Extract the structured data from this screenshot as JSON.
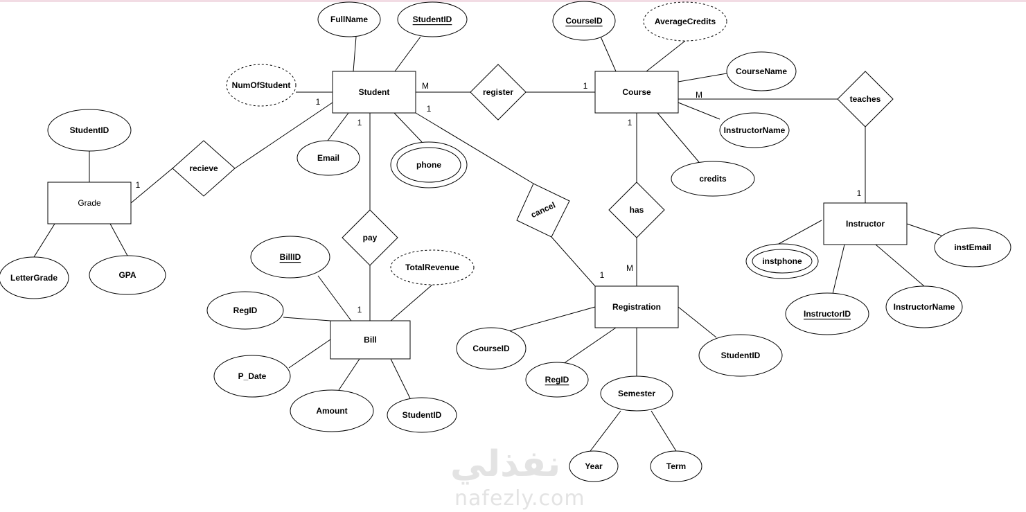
{
  "entities": [
    {
      "id": "student",
      "label": "Student"
    },
    {
      "id": "course",
      "label": "Course"
    },
    {
      "id": "grade",
      "label": "Grade"
    },
    {
      "id": "bill",
      "label": "Bill"
    },
    {
      "id": "registration",
      "label": "Registration"
    },
    {
      "id": "instructor",
      "label": "Instructor"
    }
  ],
  "relationships": [
    {
      "id": "register",
      "label": "register"
    },
    {
      "id": "teaches",
      "label": "teaches"
    },
    {
      "id": "recieve",
      "label": "recieve"
    },
    {
      "id": "pay",
      "label": "pay"
    },
    {
      "id": "has",
      "label": "has"
    },
    {
      "id": "cancel",
      "label": "cancel"
    }
  ],
  "attributes": [
    {
      "id": "fullname",
      "label": "FullName",
      "kind": "normal"
    },
    {
      "id": "studentid",
      "label": "StudentID",
      "kind": "key"
    },
    {
      "id": "numofstudent",
      "label": "NumOfStudent",
      "kind": "derived"
    },
    {
      "id": "email",
      "label": "Email",
      "kind": "normal"
    },
    {
      "id": "phone",
      "label": "phone",
      "kind": "multivalued"
    },
    {
      "id": "courseid",
      "label": "CourseID",
      "kind": "key"
    },
    {
      "id": "averagecredits",
      "label": "AverageCredits",
      "kind": "derived"
    },
    {
      "id": "coursename",
      "label": "CourseName",
      "kind": "normal"
    },
    {
      "id": "course-instructorname",
      "label": "InstructorName",
      "kind": "normal"
    },
    {
      "id": "credits",
      "label": "credits",
      "kind": "normal"
    },
    {
      "id": "grade-studentid",
      "label": "StudentID",
      "kind": "normal"
    },
    {
      "id": "lettergrade",
      "label": "LetterGrade",
      "kind": "normal"
    },
    {
      "id": "gpa",
      "label": "GPA",
      "kind": "normal"
    },
    {
      "id": "billid",
      "label": "BillID",
      "kind": "key"
    },
    {
      "id": "totalrevenue",
      "label": "TotalRevenue",
      "kind": "derived"
    },
    {
      "id": "bill-regid",
      "label": "RegID",
      "kind": "normal"
    },
    {
      "id": "p-date",
      "label": "P_Date",
      "kind": "normal"
    },
    {
      "id": "amount",
      "label": "Amount",
      "kind": "normal"
    },
    {
      "id": "bill-studentid",
      "label": "StudentID",
      "kind": "normal"
    },
    {
      "id": "reg-courseid",
      "label": "CourseID",
      "kind": "normal"
    },
    {
      "id": "regid",
      "label": "RegID",
      "kind": "key"
    },
    {
      "id": "semester",
      "label": "Semester",
      "kind": "normal"
    },
    {
      "id": "year",
      "label": "Year",
      "kind": "normal"
    },
    {
      "id": "term",
      "label": "Term",
      "kind": "normal"
    },
    {
      "id": "reg-studentid",
      "label": "StudentID",
      "kind": "normal"
    },
    {
      "id": "instphone",
      "label": "instphone",
      "kind": "multivalued"
    },
    {
      "id": "instructorid",
      "label": "InstructorID",
      "kind": "key"
    },
    {
      "id": "instr-instructorname",
      "label": "InstructorName",
      "kind": "normal"
    },
    {
      "id": "instemail",
      "label": "instEmail",
      "kind": "normal"
    }
  ],
  "cardinalities": [
    "M",
    "1",
    "1",
    "1",
    "1",
    "1",
    "1",
    "M",
    "1",
    "1",
    "M",
    "1"
  ],
  "watermark": {
    "arabic": "نفذلي",
    "latin": "nafezly.com"
  }
}
